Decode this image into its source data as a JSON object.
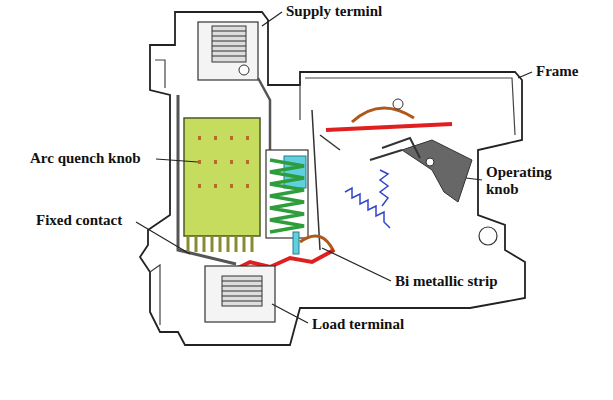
{
  "diagram": {
    "labels": [
      "Supply terminl",
      "Frame",
      "Arc quench knob",
      "Operating knob",
      "Fixed contact",
      "Bi metallic strip",
      "Load terminal"
    ]
  }
}
